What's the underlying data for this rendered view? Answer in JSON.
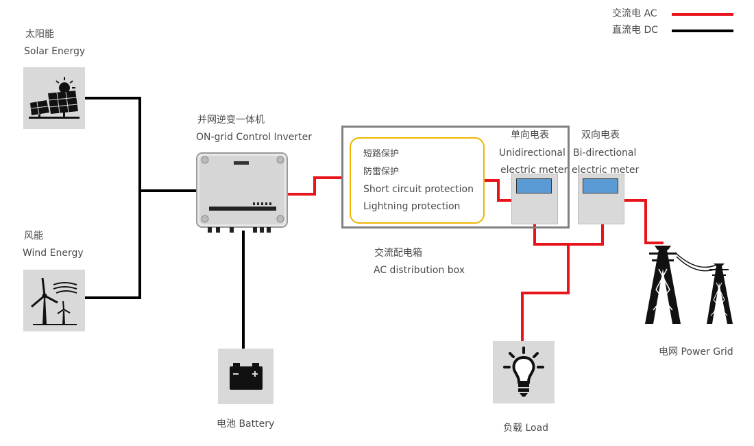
{
  "legend": {
    "ac_label": "交流电 AC",
    "dc_label": "直流电 DC",
    "ac_color": "#e8141b",
    "dc_color": "#000000"
  },
  "solar": {
    "label_cn": "太阳能",
    "label_en": "Solar Energy",
    "icon": "solar-panel-icon"
  },
  "wind": {
    "label_cn": "风能",
    "label_en": "Wind Energy",
    "icon": "wind-turbine-icon"
  },
  "inverter": {
    "label_cn": "并网逆变一体机",
    "label_en": "ON-grid Control Inverter",
    "icon": "inverter-icon"
  },
  "battery": {
    "label": "电池 Battery",
    "icon": "battery-icon"
  },
  "protection": {
    "lines": [
      "短路保护",
      "防雷保护",
      "Short circuit protection",
      "Lightning protection"
    ]
  },
  "distribution_box": {
    "label_cn": "交流配电箱",
    "label_en": "AC distribution box"
  },
  "uni_meter": {
    "label_cn": "单向电表",
    "label_en1": "Unidirectional",
    "label_en2": "electric meter",
    "icon": "meter-icon"
  },
  "bi_meter": {
    "label_cn": "双向电表",
    "label_en1": "Bi-directional",
    "label_en2": "electric meter",
    "icon": "meter-icon"
  },
  "load": {
    "label": "负载 Load",
    "icon": "light-bulb-icon"
  },
  "grid": {
    "label": "电网 Power Grid",
    "icon": "transmission-tower-icon"
  }
}
